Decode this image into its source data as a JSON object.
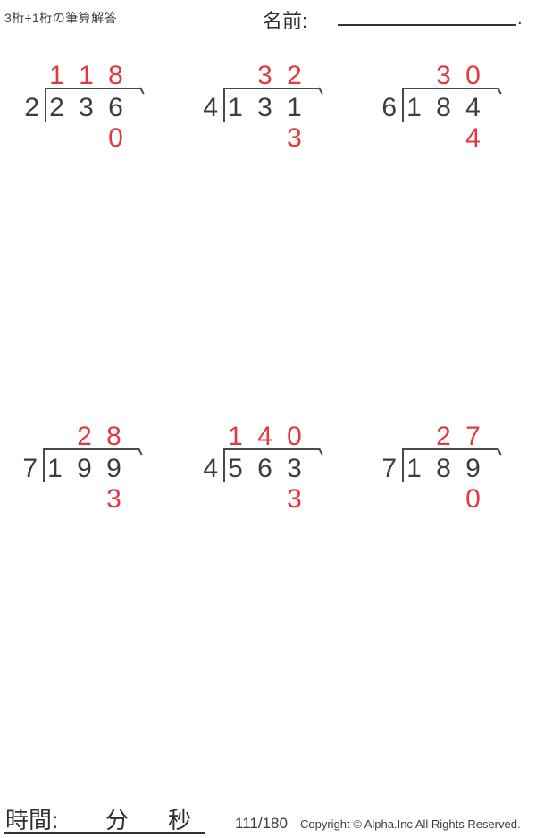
{
  "header": {
    "title": "3桁÷1桁の筆算解答",
    "name_label": "名前:",
    "period": "."
  },
  "problems": [
    {
      "divisor": "2",
      "quotient": [
        "1",
        "1",
        "8"
      ],
      "dividend": [
        "2",
        "3",
        "6"
      ],
      "remainder": [
        "",
        "",
        "0"
      ]
    },
    {
      "divisor": "4",
      "quotient": [
        "",
        "3",
        "2"
      ],
      "dividend": [
        "1",
        "3",
        "1"
      ],
      "remainder": [
        "",
        "",
        "3"
      ]
    },
    {
      "divisor": "6",
      "quotient": [
        "",
        "3",
        "0"
      ],
      "dividend": [
        "1",
        "8",
        "4"
      ],
      "remainder": [
        "",
        "",
        "4"
      ]
    },
    {
      "divisor": "7",
      "quotient": [
        "",
        "2",
        "8"
      ],
      "dividend": [
        "1",
        "9",
        "9"
      ],
      "remainder": [
        "",
        "",
        "3"
      ]
    },
    {
      "divisor": "4",
      "quotient": [
        "1",
        "4",
        "0"
      ],
      "dividend": [
        "5",
        "6",
        "3"
      ],
      "remainder": [
        "",
        "",
        "3"
      ]
    },
    {
      "divisor": "7",
      "quotient": [
        "",
        "2",
        "7"
      ],
      "dividend": [
        "1",
        "8",
        "9"
      ],
      "remainder": [
        "",
        "",
        "0"
      ]
    }
  ],
  "footer": {
    "time_label": "時間:",
    "minutes_label": "分",
    "seconds_label": "秒",
    "page_number": "111/180",
    "copyright": "Copyright © Alpha.Inc All Rights Reserved."
  },
  "colors": {
    "answer_red": "#e23940",
    "digit_black": "#3d3d3d",
    "bracket_line": "#4a4a4a"
  }
}
